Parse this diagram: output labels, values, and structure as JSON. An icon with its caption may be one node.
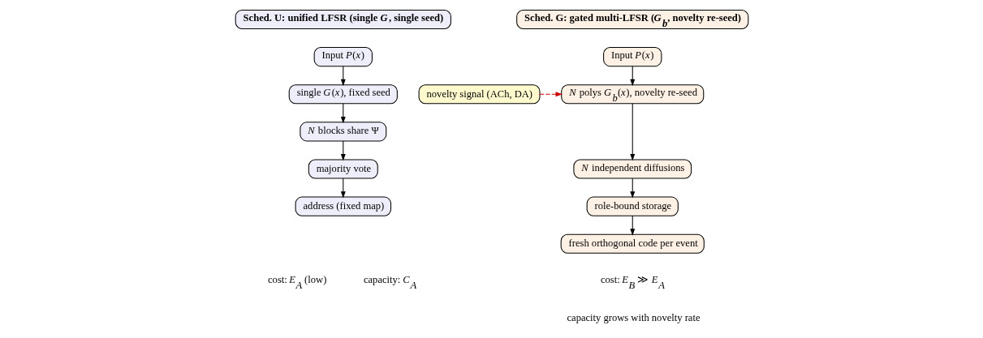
{
  "diagram": {
    "nodes": [
      {
        "text": [
          "Sched. U: unified LFSR (single *G*, single seed)"
        ]
      },
      {
        "text": [
          "Input *P*(*x*)"
        ]
      },
      {
        "text": [
          "single *G*(*x*), fixed seed"
        ]
      },
      {
        "text": [
          "*N* blocks share Ψ"
        ]
      },
      {
        "text": [
          "majority vote"
        ]
      },
      {
        "text": [
          "address (fixed map)"
        ]
      },
      {
        "text": [
          "Sched. G: gated multi-LFSR (*G*$_{b}$, novelty re-seed)"
        ]
      },
      {
        "text": [
          "Input *P*(*x*)"
        ]
      },
      {
        "text": [
          "novelty signal (ACh, DA)"
        ]
      },
      {
        "text": [
          "*N* polys *G*$_{b}$(*x*), novelty re-seed"
        ]
      },
      {
        "text": [
          "*N* independent diffusions"
        ]
      },
      {
        "text": [
          "role-bound storage"
        ]
      },
      {
        "text": [
          "fresh orthogonal code per event"
        ]
      }
    ],
    "edges": [
      {
        "from": 1,
        "to": 2,
        "arrow": "to"
      },
      {
        "from": 2,
        "to": 3,
        "arrow": "to"
      },
      {
        "from": 3,
        "to": 4,
        "arrow": "to"
      },
      {
        "from": 4,
        "to": 5,
        "arrow": "to"
      },
      {
        "from": 7,
        "to": 9,
        "arrow": "to"
      },
      {
        "from": 8,
        "to": 9,
        "arrow": "to",
        "style": "dashed",
        "color": "#cc0000"
      },
      {
        "from": 9,
        "to": 10,
        "arrow": "to"
      },
      {
        "from": 10,
        "to": 11,
        "arrow": "to"
      },
      {
        "from": 11,
        "to": 12,
        "arrow": "to"
      }
    ],
    "labels": [
      "cost: *E*$_{A}$ (low)",
      "capacity: *C*$_{A}$",
      "cost: *E*$_{B}$ ≫ *E*$_{A}$",
      "capacity grows with novelty rate"
    ]
  }
}
